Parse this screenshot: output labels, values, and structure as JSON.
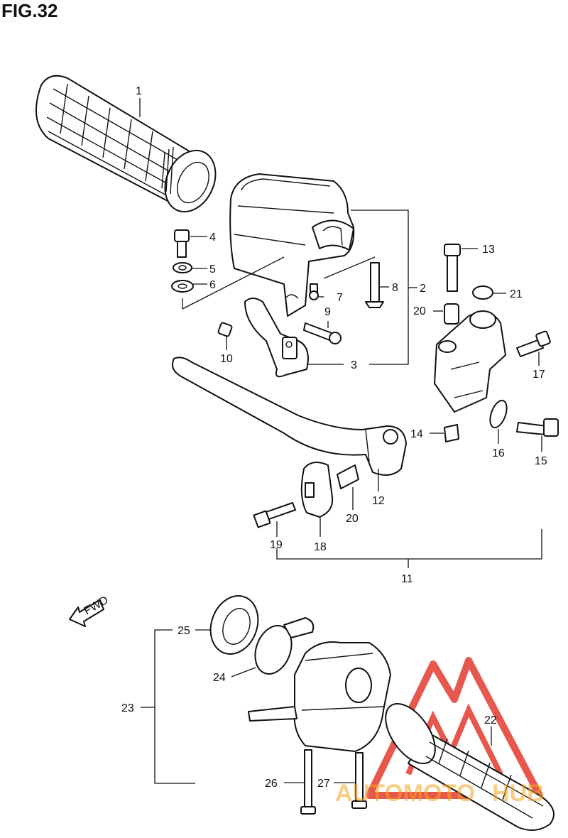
{
  "figure": {
    "title": "FIG.32"
  },
  "callouts": {
    "c1": "1",
    "c2": "2",
    "c3": "3",
    "c4": "4",
    "c5": "5",
    "c6": "6",
    "c7": "7",
    "c8": "8",
    "c9": "9",
    "c10": "10",
    "c11": "11",
    "c12": "12",
    "c13": "13",
    "c14": "14",
    "c15": "15",
    "c16": "16",
    "c17": "17",
    "c18": "18",
    "c19": "19",
    "c20a": "20",
    "c20b": "20",
    "c21": "21",
    "c22": "22",
    "c23": "23",
    "c24": "24",
    "c25": "25",
    "c26": "26",
    "c27": "27"
  },
  "fwd_label": "FWD",
  "watermark": {
    "part1": "AUTOMOTO",
    "part2": "HUB",
    "color_red": "#e23a2e",
    "color_orange": "#f5a623"
  }
}
